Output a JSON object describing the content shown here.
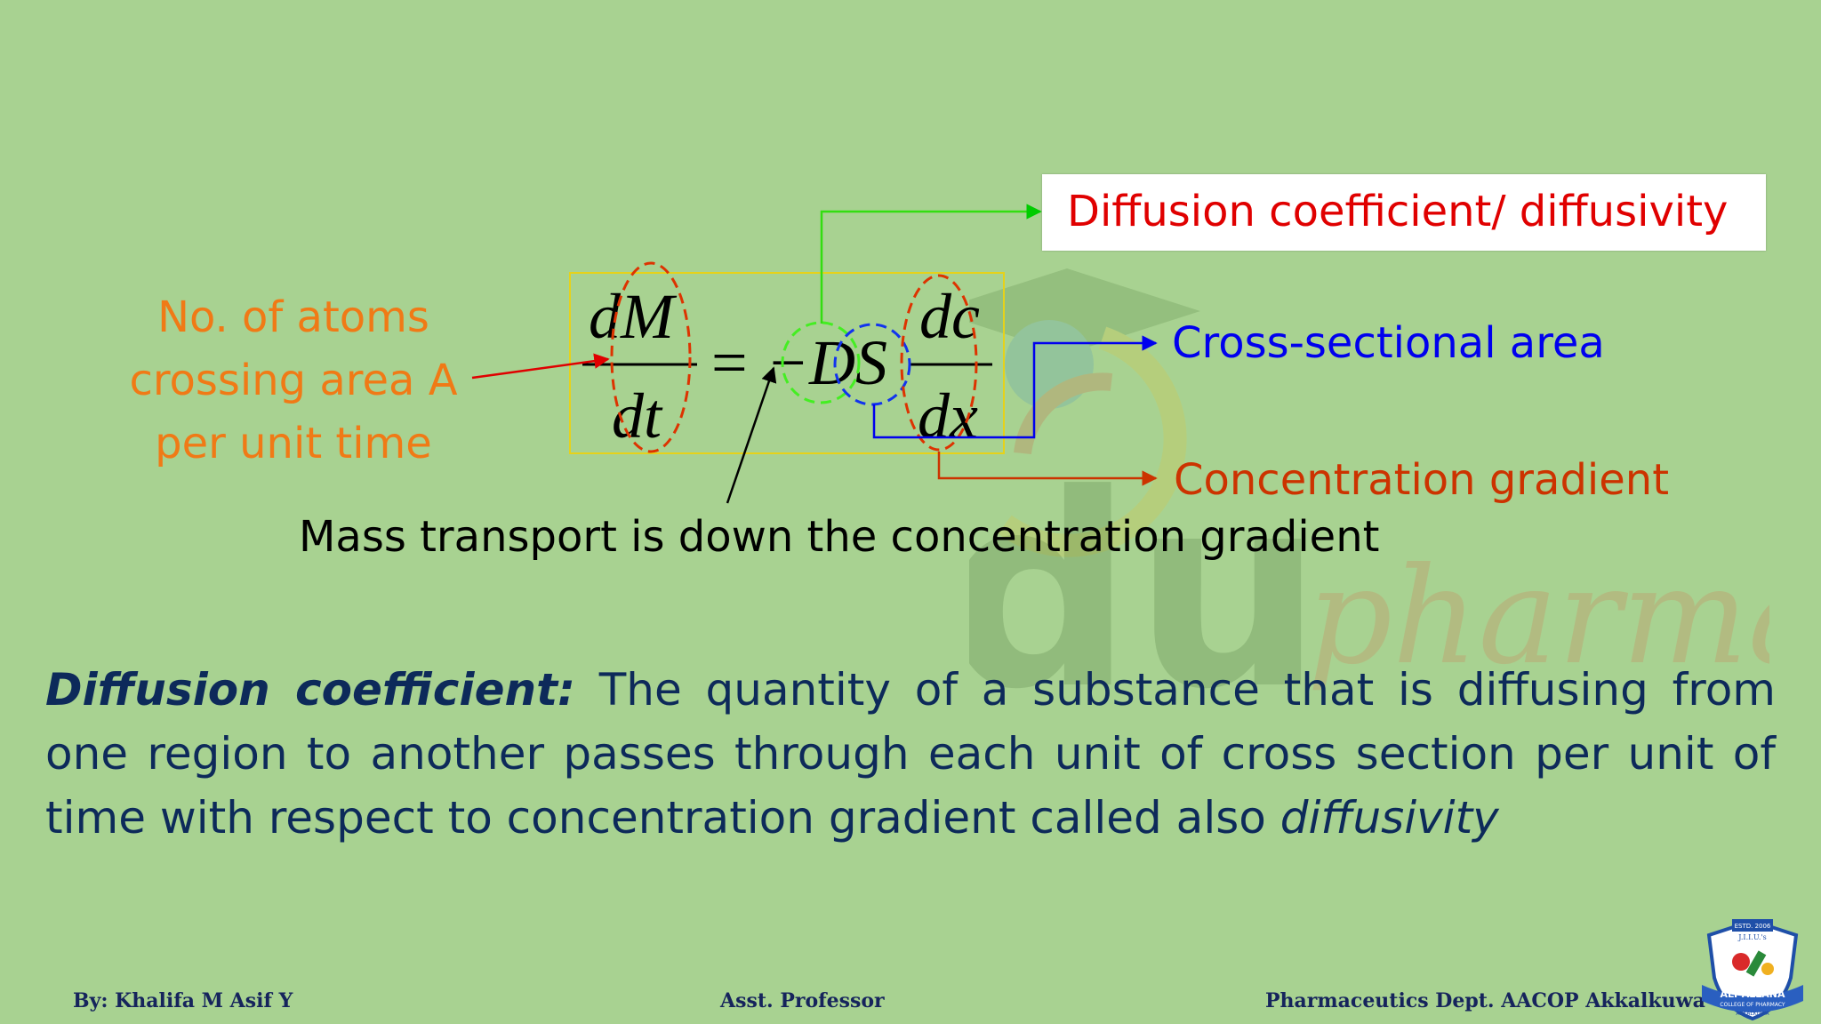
{
  "slide": {
    "callout_diffusivity": "Diffusion coefficient/ diffusivity",
    "label_atoms": [
      "No. of atoms",
      "crossing area A",
      "per unit time"
    ],
    "label_cross_area": "Cross-sectional area",
    "label_conc_gradient": "Concentration gradient",
    "label_mass_transport": "Mass transport is down the concentration gradient",
    "equation": {
      "lhs_num": "dM",
      "lhs_den": "dt",
      "equals": "=",
      "minus": "−",
      "D": "D",
      "S": "S",
      "rhs_num": "dc",
      "rhs_den": "dx"
    },
    "definition": {
      "term": "Diffusion coefficient:",
      "body": " The quantity of a substance that is diffusing from one region to another passes through each unit of cross section per unit of time with respect to concentration gradient called also ",
      "tail": "diffusivity"
    }
  },
  "watermark": {
    "logo_text": "du",
    "script_text": "pharma"
  },
  "footer": {
    "author": "By: Khalifa M Asif  Y",
    "role": "Asst. Professor",
    "dept": "Pharmaceutics Dept. AACOP Akkalkuwa"
  },
  "logo": {
    "top_text": "ESTD. 2006",
    "org": "J.I.I.U.'s",
    "name": "ALI-ALLANA",
    "college": "COLLEGE OF PHARMACY",
    "place": "AKKALKUWA"
  },
  "colors": {
    "background": "#a8d291",
    "diffusivity": "#e00000",
    "atoms_label": "#f07a16",
    "cross_area": "#0000ee",
    "conc_gradient": "#cc3300",
    "definition_text": "#0d2a5a",
    "footer_text": "#16245c"
  },
  "icons": [
    "arrow-icon",
    "college-logo-icon",
    "watermark-logo-icon"
  ]
}
